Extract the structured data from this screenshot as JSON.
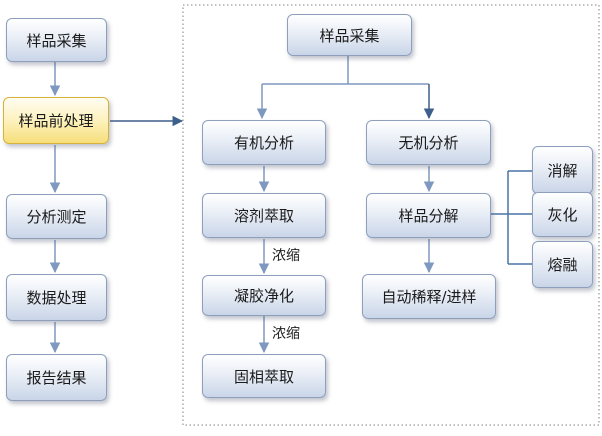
{
  "pipeline": [
    "样品采集",
    "样品前处理",
    "分析测定",
    "数据处理",
    "报告结果"
  ],
  "detail": {
    "top": "样品采集",
    "organic": {
      "title": "有机分析",
      "steps": [
        "溶剂萃取",
        "凝胶净化",
        "固相萃取"
      ],
      "connector_labels": [
        "浓缩",
        "浓缩"
      ]
    },
    "inorganic": {
      "title": "无机分析",
      "decompose": "样品分解",
      "after": "自动稀释/进样",
      "methods": [
        "消解",
        "灰化",
        "熔融"
      ]
    }
  },
  "colors": {
    "box_border": "#8e9fbd",
    "box_gradient": [
      "#ffffff",
      "#c9d5e8"
    ],
    "highlight_border": "#d7b23a",
    "highlight_gradient": [
      "#fffdf2",
      "#f6de7a"
    ],
    "arrow": "#7f98bf",
    "link_arrow": "#3d5f8c",
    "dotted_border": "#7f7f7f"
  }
}
